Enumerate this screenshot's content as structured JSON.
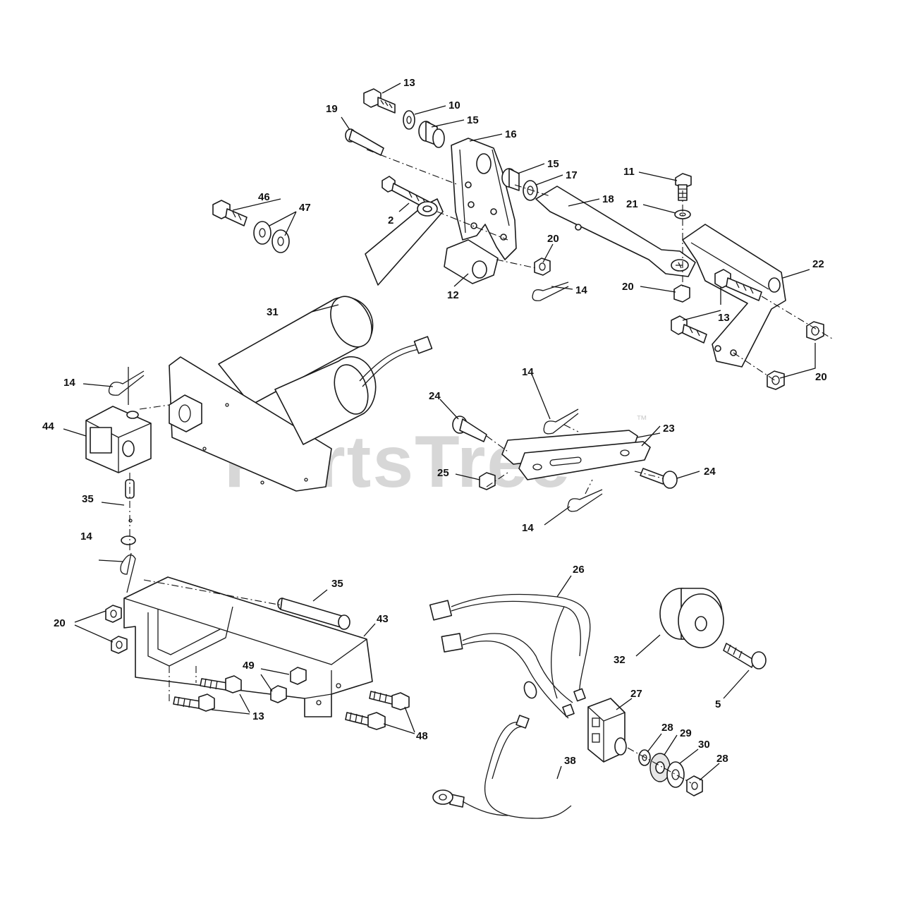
{
  "watermark": {
    "text": "PartsTree",
    "trademark": "™"
  },
  "callouts": [
    {
      "id": "c13a",
      "label": "13"
    },
    {
      "id": "c10",
      "label": "10"
    },
    {
      "id": "c15a",
      "label": "15"
    },
    {
      "id": "c16",
      "label": "16"
    },
    {
      "id": "c19",
      "label": "19"
    },
    {
      "id": "c15b",
      "label": "15"
    },
    {
      "id": "c17",
      "label": "17"
    },
    {
      "id": "c11",
      "label": "11"
    },
    {
      "id": "c18",
      "label": "18"
    },
    {
      "id": "c21",
      "label": "21"
    },
    {
      "id": "c2",
      "label": "2"
    },
    {
      "id": "c46",
      "label": "46"
    },
    {
      "id": "c47",
      "label": "47"
    },
    {
      "id": "c20a",
      "label": "20"
    },
    {
      "id": "c22",
      "label": "22"
    },
    {
      "id": "c12",
      "label": "12"
    },
    {
      "id": "c14a",
      "label": "14"
    },
    {
      "id": "c20b",
      "label": "20"
    },
    {
      "id": "c13b",
      "label": "13"
    },
    {
      "id": "c31",
      "label": "31"
    },
    {
      "id": "c14b",
      "label": "14"
    },
    {
      "id": "c20c",
      "label": "20"
    },
    {
      "id": "c14c",
      "label": "14"
    },
    {
      "id": "c24a",
      "label": "24"
    },
    {
      "id": "c23",
      "label": "23"
    },
    {
      "id": "c44",
      "label": "44"
    },
    {
      "id": "c25",
      "label": "25"
    },
    {
      "id": "c24b",
      "label": "24"
    },
    {
      "id": "c35a",
      "label": "35"
    },
    {
      "id": "c14d",
      "label": "14"
    },
    {
      "id": "c14e",
      "label": "14"
    },
    {
      "id": "c26",
      "label": "26"
    },
    {
      "id": "c35b",
      "label": "35"
    },
    {
      "id": "c43",
      "label": "43"
    },
    {
      "id": "c20d",
      "label": "20"
    },
    {
      "id": "c32",
      "label": "32"
    },
    {
      "id": "c49",
      "label": "49"
    },
    {
      "id": "c27",
      "label": "27"
    },
    {
      "id": "c5",
      "label": "5"
    },
    {
      "id": "c13c",
      "label": "13"
    },
    {
      "id": "c48",
      "label": "48"
    },
    {
      "id": "c28a",
      "label": "28"
    },
    {
      "id": "c29",
      "label": "29"
    },
    {
      "id": "c30",
      "label": "30"
    },
    {
      "id": "c28b",
      "label": "28"
    },
    {
      "id": "c38",
      "label": "38"
    }
  ]
}
